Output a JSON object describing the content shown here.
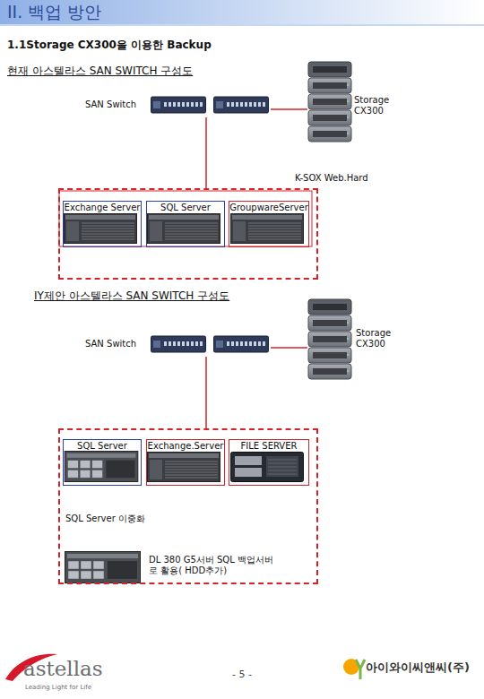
{
  "diagram": {
    "title": "II. 백업 방안",
    "nodes": [
      {
        "text": [
          "Storage CX300"
        ]
      },
      {
        "text": [
          "SAN Switch"
        ]
      },
      {
        "text": [
          "K-SOX Web.Hard"
        ]
      },
      {
        "text": [
          "Exchange Server"
        ],
        "in": 2
      },
      {
        "text": [
          "SQL Server"
        ],
        "in": 2
      },
      {
        "text": [
          "GroupwareServer"
        ],
        "in": 2
      },
      {
        "text": [
          "Storage CX300"
        ]
      },
      {
        "text": [
          "SAN Switch"
        ]
      },
      {
        "text": [
          "SQL Server 이중화"
        ]
      },
      {
        "text": [
          "SQL Server"
        ],
        "in": 8
      },
      {
        "text": [
          "Exchange.Server"
        ],
        "in": 8
      },
      {
        "text": [
          "FILE SERVER"
        ],
        "in": 8
      },
      {
        "text": [
          "DL 380 G5서버 SQL 백업서버로 활용( HDD추가)"
        ],
        "in": 8
      }
    ],
    "edges": [
      {
        "from": 1,
        "to": 0,
        "arrow": "none"
      },
      {
        "from": 1,
        "to": 2,
        "arrow": "none"
      },
      {
        "from": 7,
        "to": 6,
        "arrow": "none"
      },
      {
        "from": 7,
        "to": 8,
        "arrow": "none"
      }
    ],
    "labels": [
      "1.1Storage CX300을 이용한 Backup",
      "현재 아스텔라스 SAN SWITCH 구성도",
      "IY제안 아스텔라스 SAN SWITCH 구성도",
      "astellas",
      "Leading Light for Life",
      "- 5 -",
      "아이와이씨앤씨(주)"
    ]
  }
}
